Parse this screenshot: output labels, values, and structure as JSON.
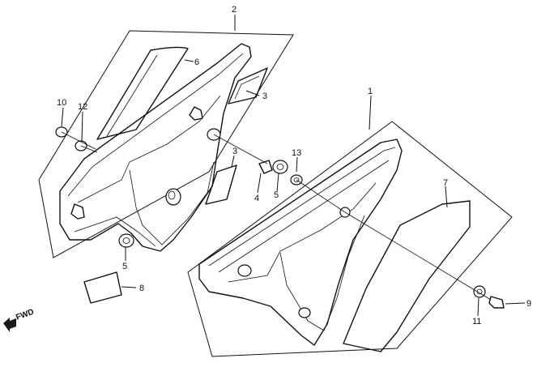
{
  "callouts": {
    "c1": "1",
    "c2": "2",
    "c3a": "3",
    "c3b": "3",
    "c4": "4",
    "c5a": "5",
    "c5b": "5",
    "c6": "6",
    "c7": "7",
    "c8": "8",
    "c9": "9",
    "c10": "10",
    "c11": "11",
    "c12": "12",
    "c13": "13"
  },
  "direction_label": "FWD"
}
